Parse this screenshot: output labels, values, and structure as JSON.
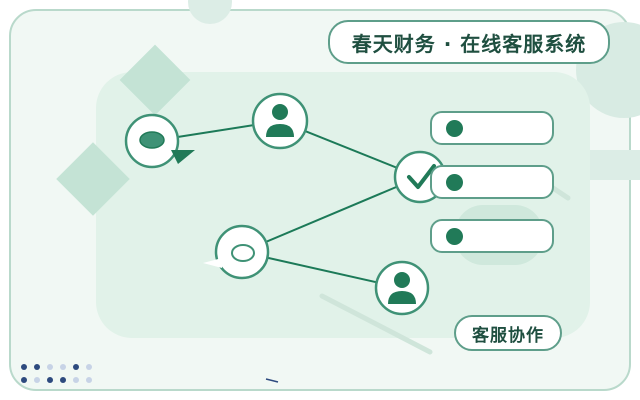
{
  "title": "春天财务 · 在线客服系统",
  "tag_label": "客服协作",
  "colors": {
    "background": "#f1f8f4",
    "panel": "#e1f2e9",
    "accent": "#217a58",
    "line": "#1c7a58",
    "border": "#5e9e8a",
    "diamond": "#c4e3d5",
    "dots_dark": "#2d4a7e",
    "dots_light": "#c7d3e6"
  },
  "icons": {
    "node_agent": "person-icon",
    "node_chat": "chat-bubble-icon",
    "node_hub": "checkmark-icon",
    "list_marker": "dot-icon"
  },
  "list_items": [
    {
      "name": "message-item-1"
    },
    {
      "name": "message-item-2"
    },
    {
      "name": "message-item-3"
    }
  ]
}
